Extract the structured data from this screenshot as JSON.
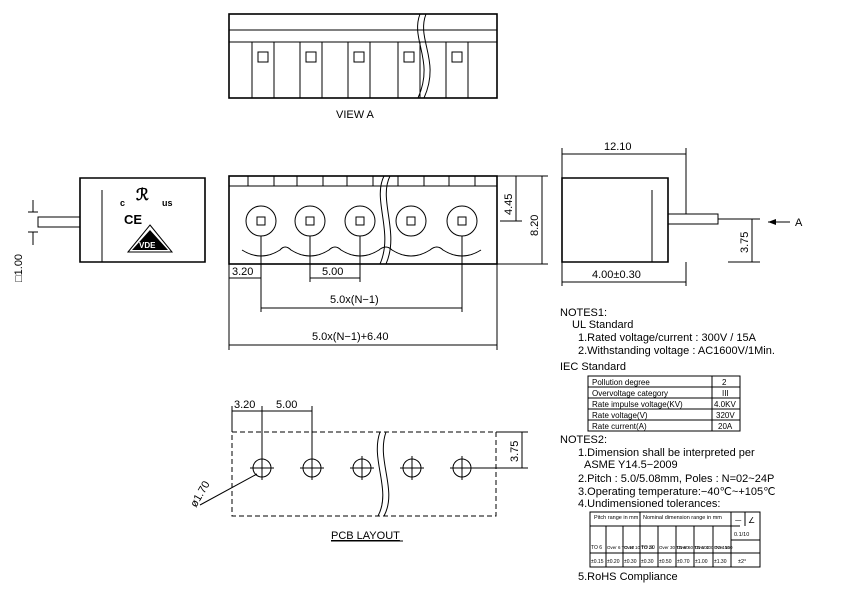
{
  "view_a": {
    "label": "VIEW A"
  },
  "front": {
    "dim_pitch_first": "3.20",
    "dim_pitch": "5.00",
    "dim_span": "5.0x(N−1)",
    "dim_total": "5.0x(N−1)+6.40",
    "dim_height_top": "4.45",
    "dim_height": "8.20"
  },
  "left_view": {
    "pin_dim": "□1.00",
    "cert_ul_c": "c",
    "cert_ul_us": "us",
    "cert_ce": "CE",
    "cert_vde": "VDE"
  },
  "side_view": {
    "dim_width": "12.10",
    "dim_pin_height": "3.75",
    "dim_depth": "4.00±0.30",
    "arrow_label": "A"
  },
  "notes1": {
    "heading": "NOTES1:",
    "ul_heading": "UL Standard",
    "ul_items": [
      "1.Rated voltage/current : 300V / 15A",
      "2.Withstanding voltage : AC1600V/1Min."
    ],
    "iec_heading": "IEC Standard",
    "iec_rows": [
      {
        "label": "Pollution degree",
        "value": "2"
      },
      {
        "label": "Overvoltage category",
        "value": "III"
      },
      {
        "label": "Rate impulse voltage(KV)",
        "value": "4.0KV"
      },
      {
        "label": "Rate voltage(V)",
        "value": "320V"
      },
      {
        "label": "Rate current(A)",
        "value": "20A"
      }
    ]
  },
  "notes2": {
    "heading": "NOTES2:",
    "items": [
      "1.Dimension shall be interpreted per",
      "ASME Y14.5−2009",
      "2.Pitch : 5.0/5.08mm, Poles : N=02~24P",
      "3.Operating temperature:−40℃~+105℃",
      "4.Undimensioned tolerances:"
    ],
    "rohs": "5.RoHS Compliance",
    "tol_table": {
      "head_pitch": "Pitch range in mm",
      "head_nominal": "Nominal dimension range in mm",
      "cols": [
        "TO 6",
        "Over 6 TO 10",
        "Over 10 TO 24",
        "TO 30",
        "Over 30 TO 60",
        "Over 60 TO 100",
        "Over 100 TO 150",
        "Over 150"
      ],
      "tols": [
        "±0.15",
        "±0.20",
        "±0.30",
        "±0.30",
        "±0.50",
        "±0.70",
        "±1.00",
        "±1.30"
      ],
      "flat": "0.1/10",
      "angle": "±2°"
    }
  },
  "pcb": {
    "dim_first": "3.20",
    "dim_pitch": "5.00",
    "dim_height": "3.75",
    "hole_dim": "ø1.70",
    "label": "PCB LAYOUT"
  }
}
